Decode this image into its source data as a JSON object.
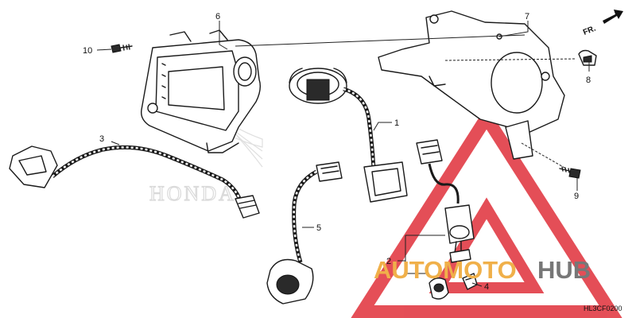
{
  "diagram": {
    "direction_label": "FR.",
    "diagram_code": "HL3CF0200",
    "background_brand": "HONDA",
    "callouts": [
      {
        "id": "c1",
        "label": "1"
      },
      {
        "id": "c2",
        "label": "2"
      },
      {
        "id": "c3",
        "label": "3"
      },
      {
        "id": "c4",
        "label": "4"
      },
      {
        "id": "c5",
        "label": "5"
      },
      {
        "id": "c6",
        "label": "6"
      },
      {
        "id": "c7",
        "label": "7"
      },
      {
        "id": "c8",
        "label": "8"
      },
      {
        "id": "c9",
        "label": "9"
      },
      {
        "id": "c10",
        "label": "10"
      }
    ]
  },
  "watermark": {
    "text_part1": "AUTOMOTO",
    "text_part2": "HUB",
    "colors": {
      "triangle": "#e0303a",
      "part1": "#f0b04a",
      "part2": "#777777"
    }
  }
}
